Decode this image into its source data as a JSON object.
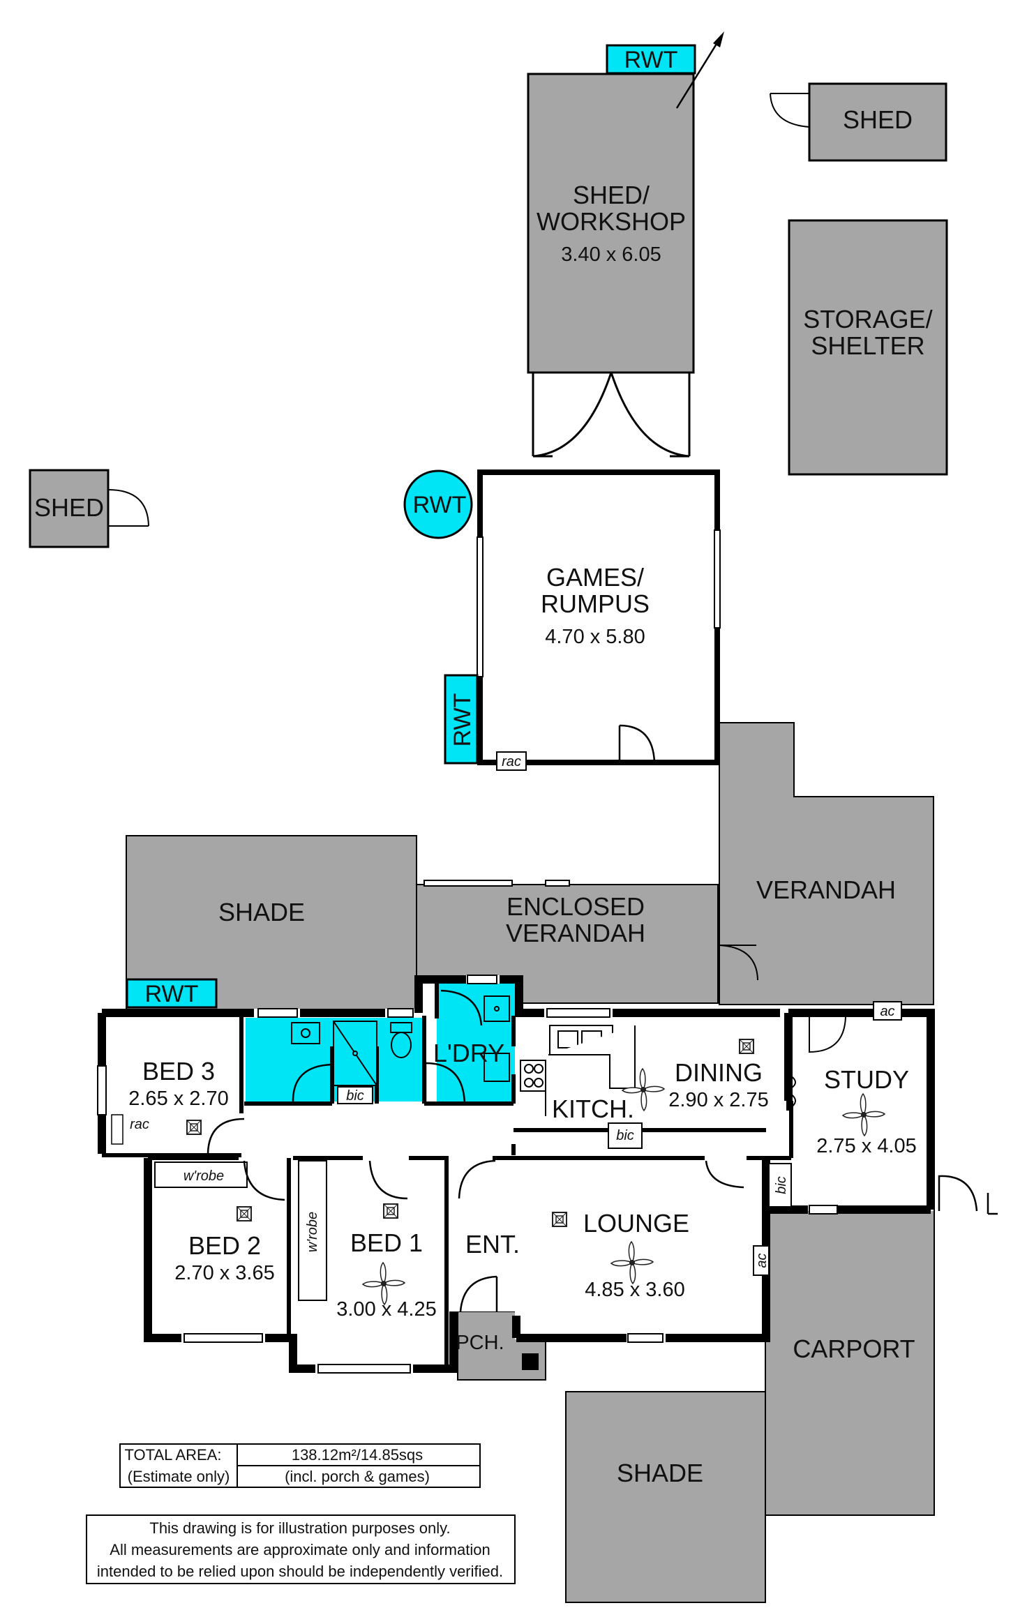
{
  "rooms": {
    "shed_workshop": {
      "name": "SHED/\nWORKSHOP",
      "dims": "3.40 x 6.05"
    },
    "shed_top": {
      "name": "SHED"
    },
    "storage": {
      "name": "STORAGE/\nSHELTER"
    },
    "shed_left": {
      "name": "SHED"
    },
    "games": {
      "name": "GAMES/\nRUMPUS",
      "dims": "4.70 x 5.80"
    },
    "shade_top": {
      "name": "SHADE"
    },
    "enclosed_verandah": {
      "name": "ENCLOSED\nVERANDAH"
    },
    "verandah": {
      "name": "VERANDAH"
    },
    "bed3": {
      "name": "BED 3",
      "dims": "2.65 x 2.70"
    },
    "laundry": {
      "name": "L'DRY"
    },
    "kitchen": {
      "name": "KITCH."
    },
    "dining": {
      "name": "DINING",
      "dims": "2.90 x 2.75"
    },
    "study": {
      "name": "STUDY",
      "dims": "2.75 x 4.05"
    },
    "bed2": {
      "name": "BED 2",
      "dims": "2.70 x 3.65"
    },
    "bed1": {
      "name": "BED 1",
      "dims": "3.00 x 4.25"
    },
    "entry": {
      "name": "ENT."
    },
    "lounge": {
      "name": "LOUNGE",
      "dims": "4.85 x 3.60"
    },
    "porch": {
      "name": "PCH."
    },
    "carport": {
      "name": "CARPORT"
    },
    "shade_bottom": {
      "name": "SHADE"
    }
  },
  "tags": {
    "rwt": "RWT",
    "rac": "rac",
    "ac": "ac",
    "bic": "bic",
    "wrobe": "w'robe"
  },
  "area": {
    "label_1": "TOTAL AREA:",
    "label_2": "(Estimate only)",
    "value_1": "138.12m²/14.85sqs",
    "value_2": "(incl. porch & games)"
  },
  "disclaimer": {
    "line_1": "This drawing is for illustration purposes only.",
    "line_2": "All measurements are approximate only and information",
    "line_3": "intended to be relied upon should be independently verified."
  },
  "colors": {
    "shade": "#a6a6a6",
    "wet": "#00e5f5",
    "wall": "#000000"
  }
}
